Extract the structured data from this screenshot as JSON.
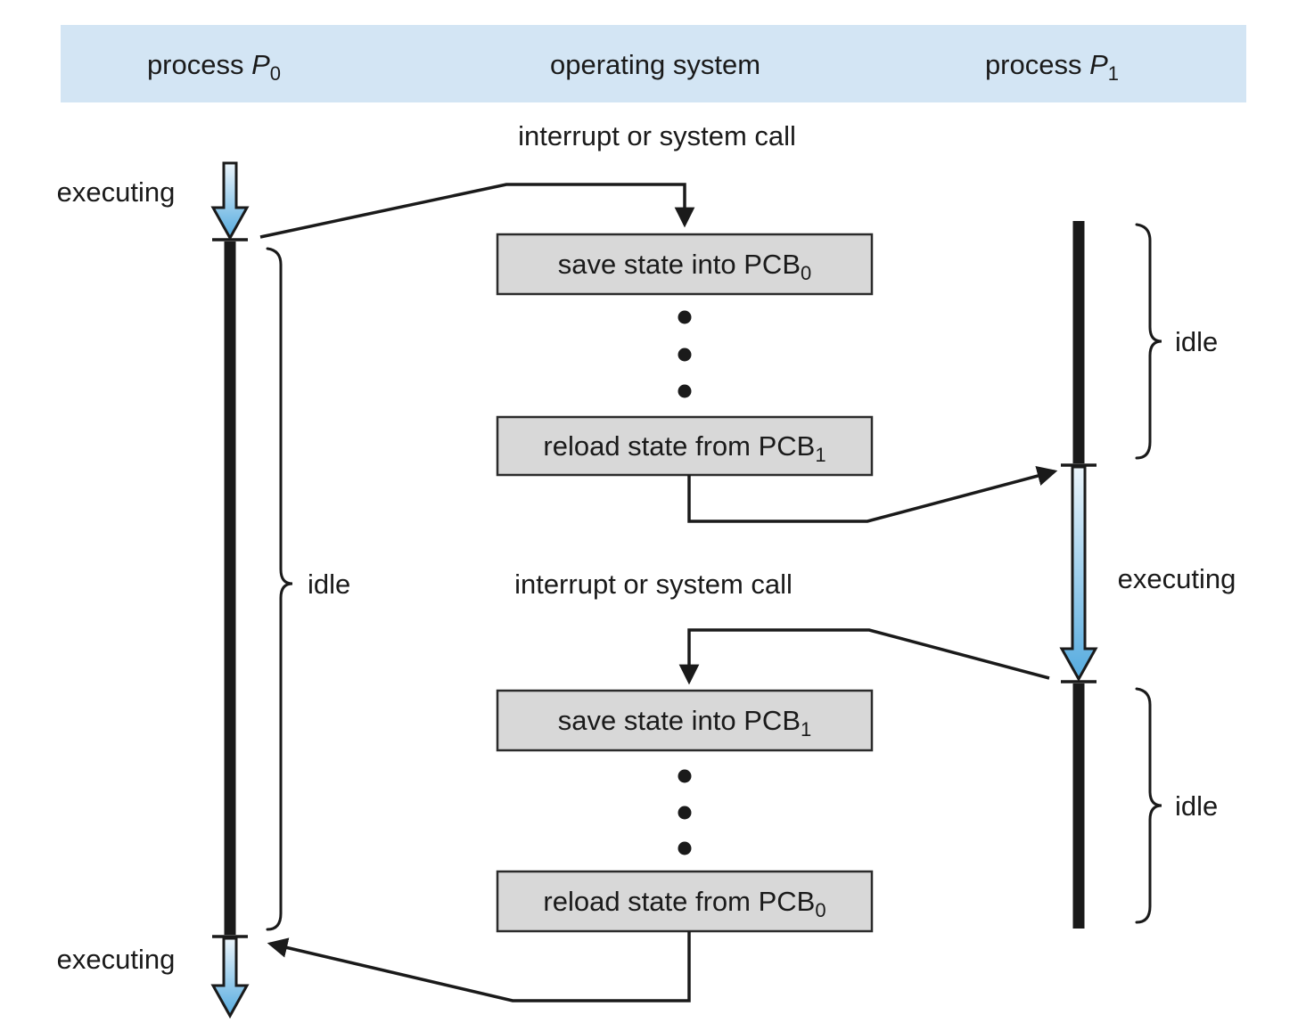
{
  "title": "process context switch diagram",
  "header": {
    "columns": [
      {
        "prefix": "process ",
        "var": "P",
        "sub": "0"
      },
      {
        "label": "operating system"
      },
      {
        "prefix": "process ",
        "var": "P",
        "sub": "1"
      }
    ]
  },
  "labels": {
    "interrupt_top": "interrupt or system call",
    "interrupt_bottom": "interrupt or system call",
    "executing_p0_top": "executing",
    "executing_p0_bottom": "executing",
    "executing_p1": "executing",
    "idle_p0": "idle",
    "idle_p1_top": "idle",
    "idle_p1_bottom": "idle"
  },
  "os_boxes": [
    {
      "text": "save state into PCB",
      "sub": "0"
    },
    {
      "text": "reload state from PCB",
      "sub": "1"
    },
    {
      "text": "save state into PCB",
      "sub": "1"
    },
    {
      "text": "reload state from PCB",
      "sub": "0"
    }
  ],
  "colors": {
    "header_bg": "#d3e5f4",
    "box_fill": "#d8d8d8",
    "box_border": "#2b2b2b",
    "line": "#1a1a1a",
    "arrow_gradient_top": "#ecf5fb",
    "arrow_gradient_bottom": "#55abdf"
  }
}
